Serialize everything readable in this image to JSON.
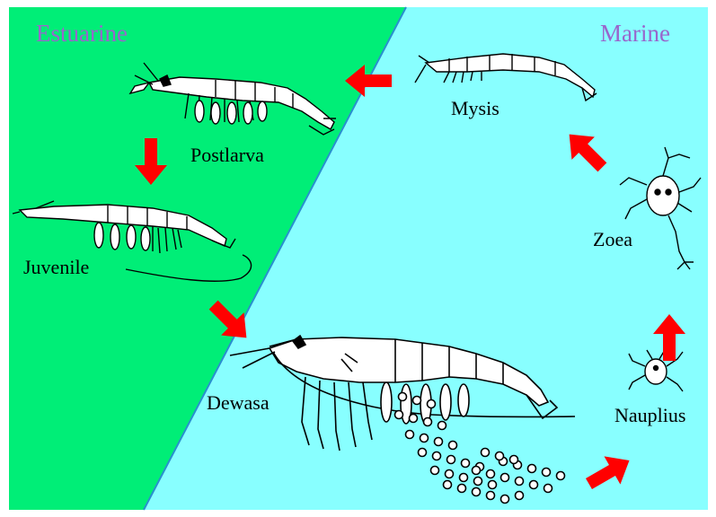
{
  "regions": {
    "left": {
      "label": "Estuarine",
      "color": "#00ee77"
    },
    "right": {
      "label": "Marine",
      "color": "#88ffff"
    }
  },
  "label_color": "#9966cc",
  "arrow_color": "#ff0000",
  "stages": {
    "mysis": "Mysis",
    "postlarva": "Postlarva",
    "juvenile": "Juvenile",
    "adult": "Dewasa",
    "zoea": "Zoea",
    "nauplius": "Nauplius"
  }
}
